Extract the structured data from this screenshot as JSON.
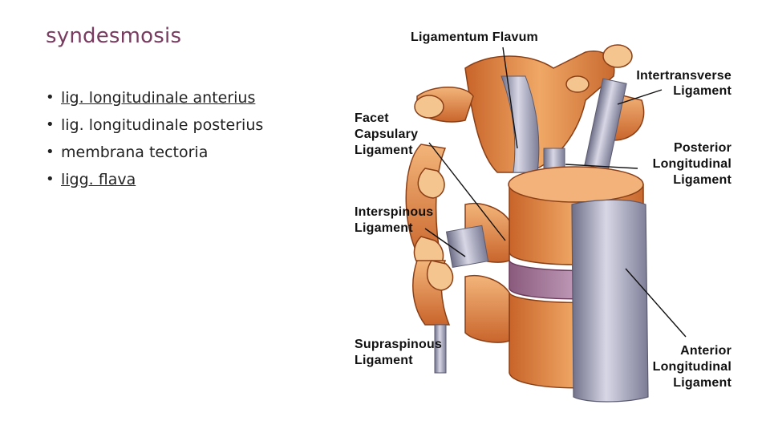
{
  "slide": {
    "title": "syndesmosis",
    "bullets": [
      {
        "text": "lig. longitudinale anterius",
        "link": true
      },
      {
        "text": "lig. longitudinale posterius",
        "link": false
      },
      {
        "text": "membrana tectoria",
        "link": false
      },
      {
        "text": "ligg. flava",
        "link": true
      }
    ]
  },
  "figure": {
    "labels": {
      "ligamentum_flavum": "Ligamentum Flavum",
      "intertransverse_1": "Intertransverse",
      "intertransverse_2": "Ligament",
      "facet_1": "Facet",
      "facet_2": "Capsulary",
      "facet_3": "Ligament",
      "posterior_1": "Posterior",
      "posterior_2": "Longitudinal",
      "posterior_3": "Ligament",
      "interspinous_1": "Interspinous",
      "interspinous_2": "Ligament",
      "supraspinous_1": "Supraspinous",
      "supraspinous_2": "Ligament",
      "anterior_1": "Anterior",
      "anterior_2": "Longitudinal",
      "anterior_3": "Ligament"
    }
  }
}
